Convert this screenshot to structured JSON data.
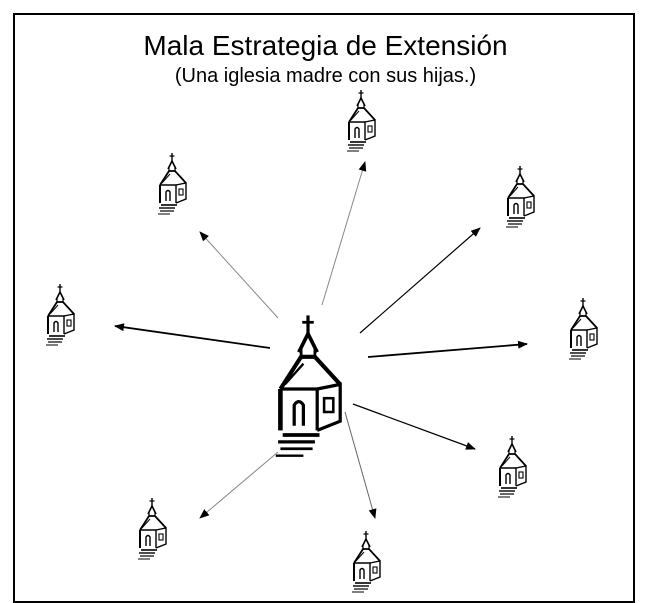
{
  "diagram": {
    "title": "Mala Estrategia de Extensión",
    "subtitle": "(Una iglesia madre con sus hijas.)",
    "mother": {
      "name": "mother-church-icon"
    },
    "daughters": [
      {
        "name": "daughter-church-icon-top"
      },
      {
        "name": "daughter-church-icon-upper-left"
      },
      {
        "name": "daughter-church-icon-upper-right"
      },
      {
        "name": "daughter-church-icon-left"
      },
      {
        "name": "daughter-church-icon-right"
      },
      {
        "name": "daughter-church-icon-lower-right"
      },
      {
        "name": "daughter-church-icon-bottom"
      },
      {
        "name": "daughter-church-icon-lower-left"
      }
    ],
    "colors": {
      "line": "#000000",
      "faint_line": "#9a9a9a",
      "background": "#ffffff"
    }
  }
}
